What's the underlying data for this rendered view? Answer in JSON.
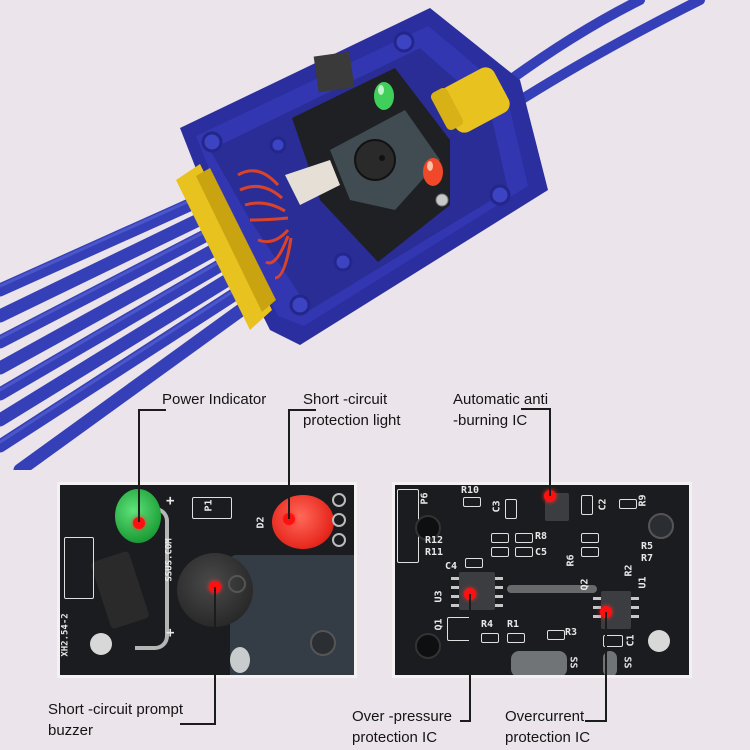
{
  "photo": {
    "description": "Blue plastic enclosure with exposed circuit board, green and red LEDs, buzzer, yellow grommets and blue cables",
    "colors": {
      "background": "#ebe4ea",
      "enclosure_blue": "#2f33a6",
      "cable_blue": "#3540b8",
      "grommet_yellow": "#e8c21e",
      "pcb_black": "#1a1c1f",
      "marker_red": "#ff1010",
      "led_green": "#2fbf4a",
      "led_red": "#f03020"
    }
  },
  "callouts": {
    "power_indicator": "Power Indicator",
    "short_circuit_light_l1": "Short -circuit",
    "short_circuit_light_l2": "protection light",
    "anti_burning_l1": "Automatic anti",
    "anti_burning_l2": "-burning IC",
    "buzzer_l1": "Short -circuit prompt",
    "buzzer_l2": "buzzer",
    "over_pressure_l1": "Over -pressure",
    "over_pressure_l2": "protection IC",
    "overcurrent_l1": "Overcurrent",
    "overcurrent_l2": "protection IC"
  },
  "left_panel": {
    "silk": {
      "p1": "P1",
      "d2": "D2",
      "xh": "XH2.54-2",
      "site": "SSUS.COM",
      "plus": "+"
    }
  },
  "right_panel": {
    "silk": {
      "r10": "R10",
      "c3": "C3",
      "c2": "C2",
      "r9": "R9",
      "r12": "R12",
      "r11": "R11",
      "r8": "R8",
      "c5": "C5",
      "r6": "R6",
      "r5": "R5",
      "r7": "R7",
      "r2": "R2",
      "c4": "C4",
      "u3": "U3",
      "u1": "U1",
      "q2": "Q2",
      "q1": "Q1",
      "r4": "R4",
      "r1": "R1",
      "r3": "R3",
      "c1": "C1",
      "p6": "P6",
      "ss": "SS"
    }
  }
}
